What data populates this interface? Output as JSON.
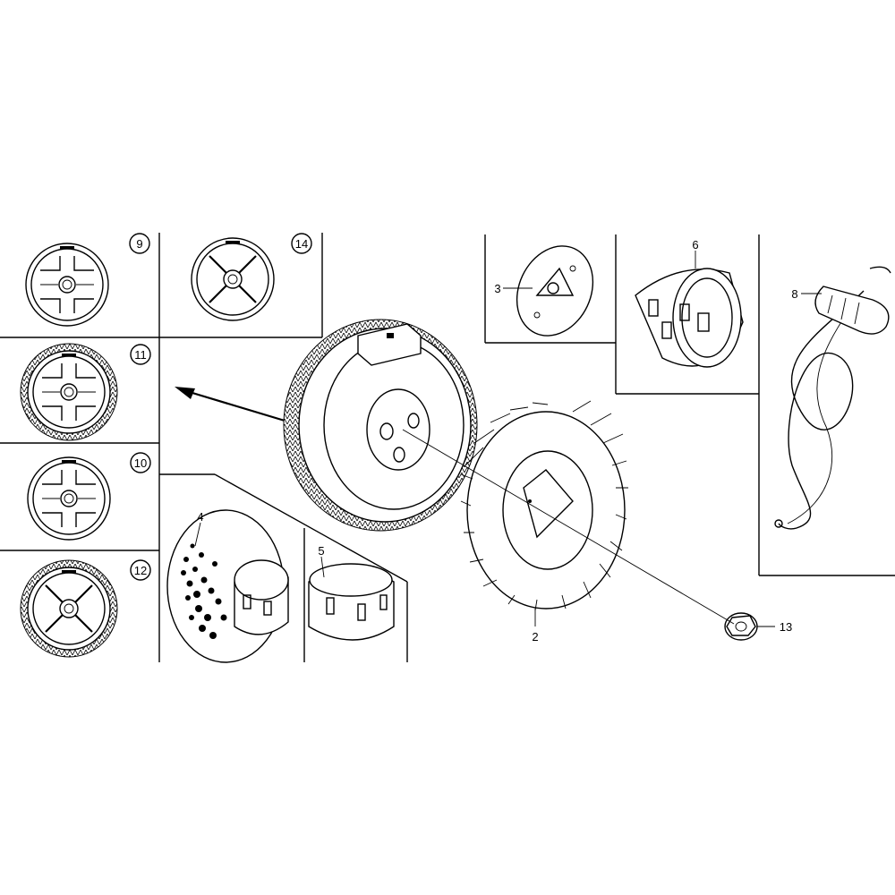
{
  "parts": [
    {
      "callout": "9"
    },
    {
      "callout": "14"
    },
    {
      "callout": "11"
    },
    {
      "callout": "10"
    },
    {
      "callout": "12"
    },
    {
      "callout": "3"
    },
    {
      "callout": "6"
    },
    {
      "callout": "8"
    },
    {
      "callout": "4"
    },
    {
      "callout": "5"
    },
    {
      "callout": "2"
    },
    {
      "callout": "13"
    }
  ]
}
